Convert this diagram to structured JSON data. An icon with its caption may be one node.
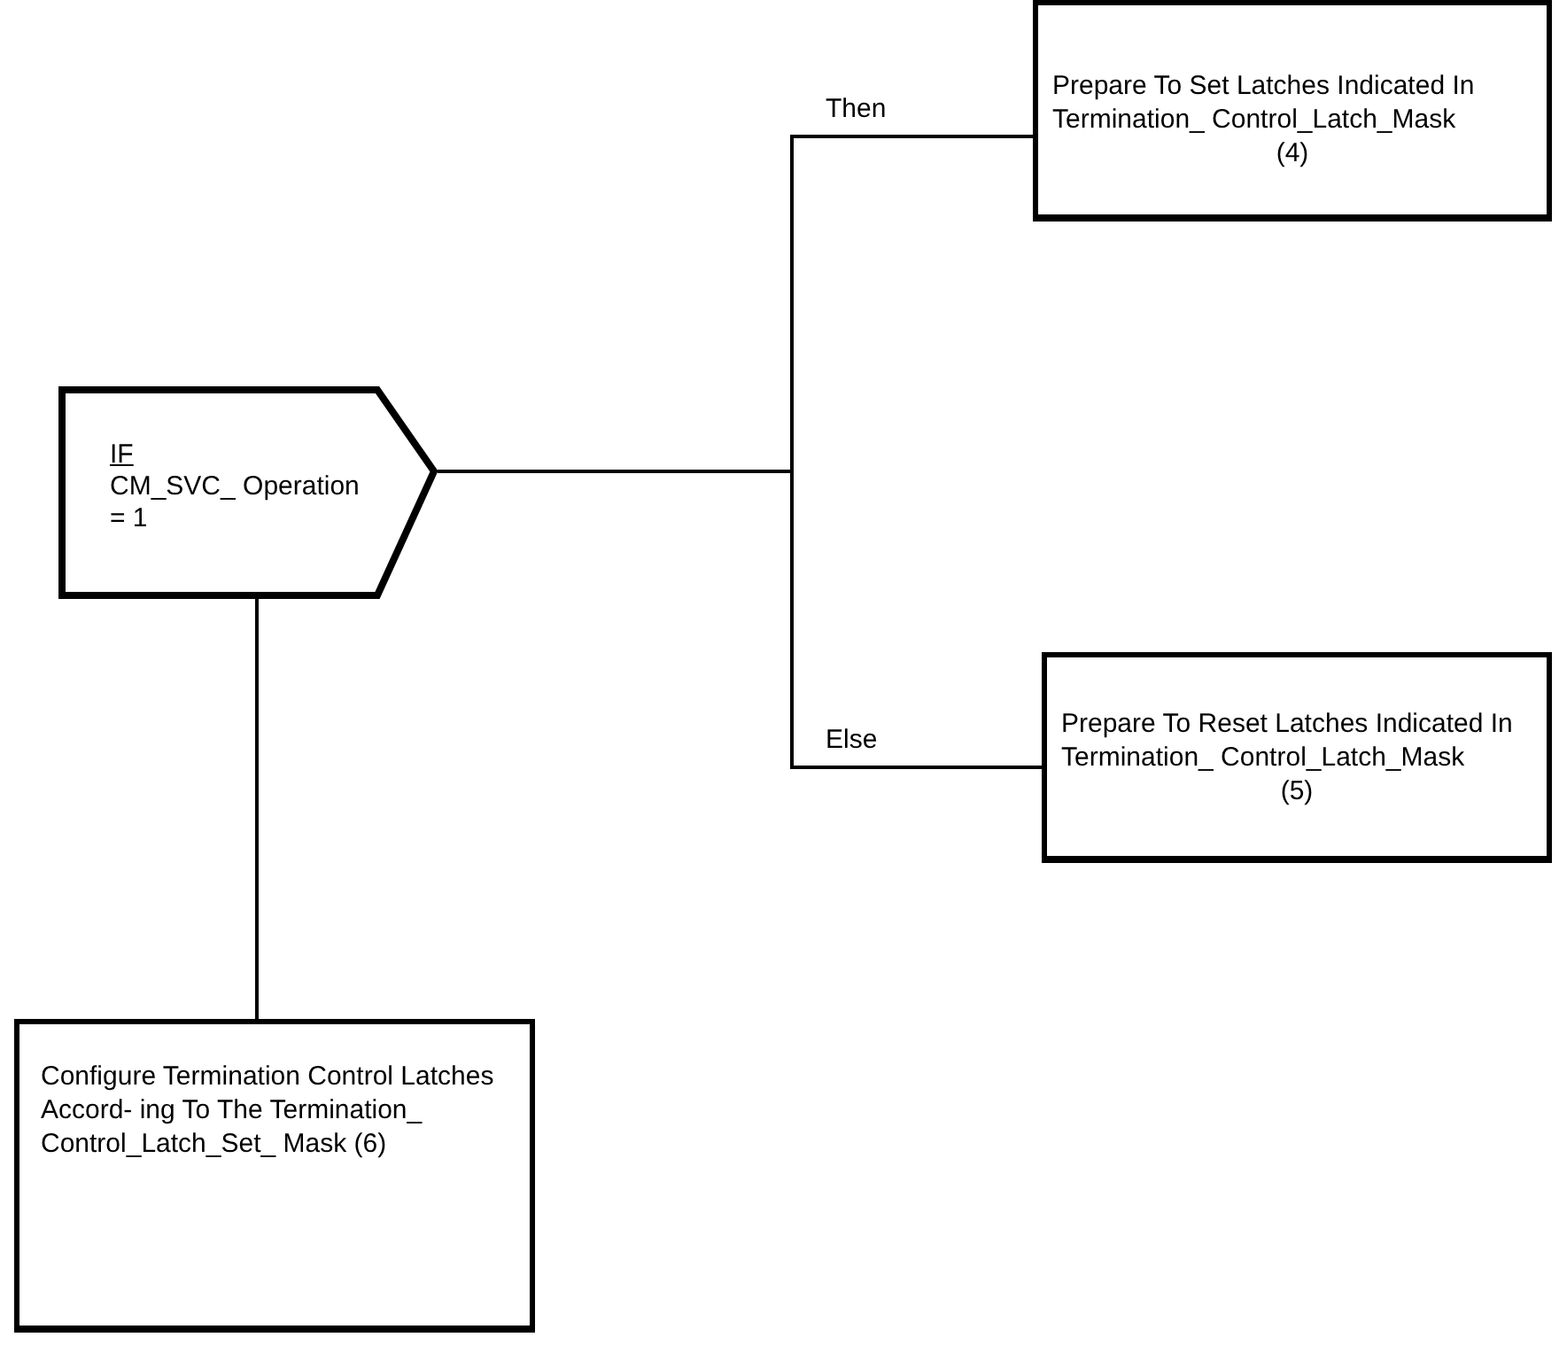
{
  "diagram": {
    "nodes": [
      {
        "text": [
          "IF",
          "CM_SVC_ Operation = 1"
        ]
      },
      {
        "text": [
          "Prepare To Set Latches Indicated In Termination_ Control_Latch_Mask",
          "(4)"
        ]
      },
      {
        "text": [
          "Prepare To Reset Latches Indicated In Termination_ Control_Latch_Mask",
          "(5)"
        ]
      },
      {
        "text": [
          "Configure Termination Control Latches Accord- ing To The Termination_ Control_Latch_Set_ Mask (6)"
        ]
      }
    ],
    "edges": [
      {
        "from": 0,
        "to": 1,
        "arrow": "none",
        "label": "Then"
      },
      {
        "from": 0,
        "to": 2,
        "arrow": "none",
        "label": "Else"
      },
      {
        "from": 0,
        "to": 3,
        "arrow": "none"
      }
    ]
  }
}
